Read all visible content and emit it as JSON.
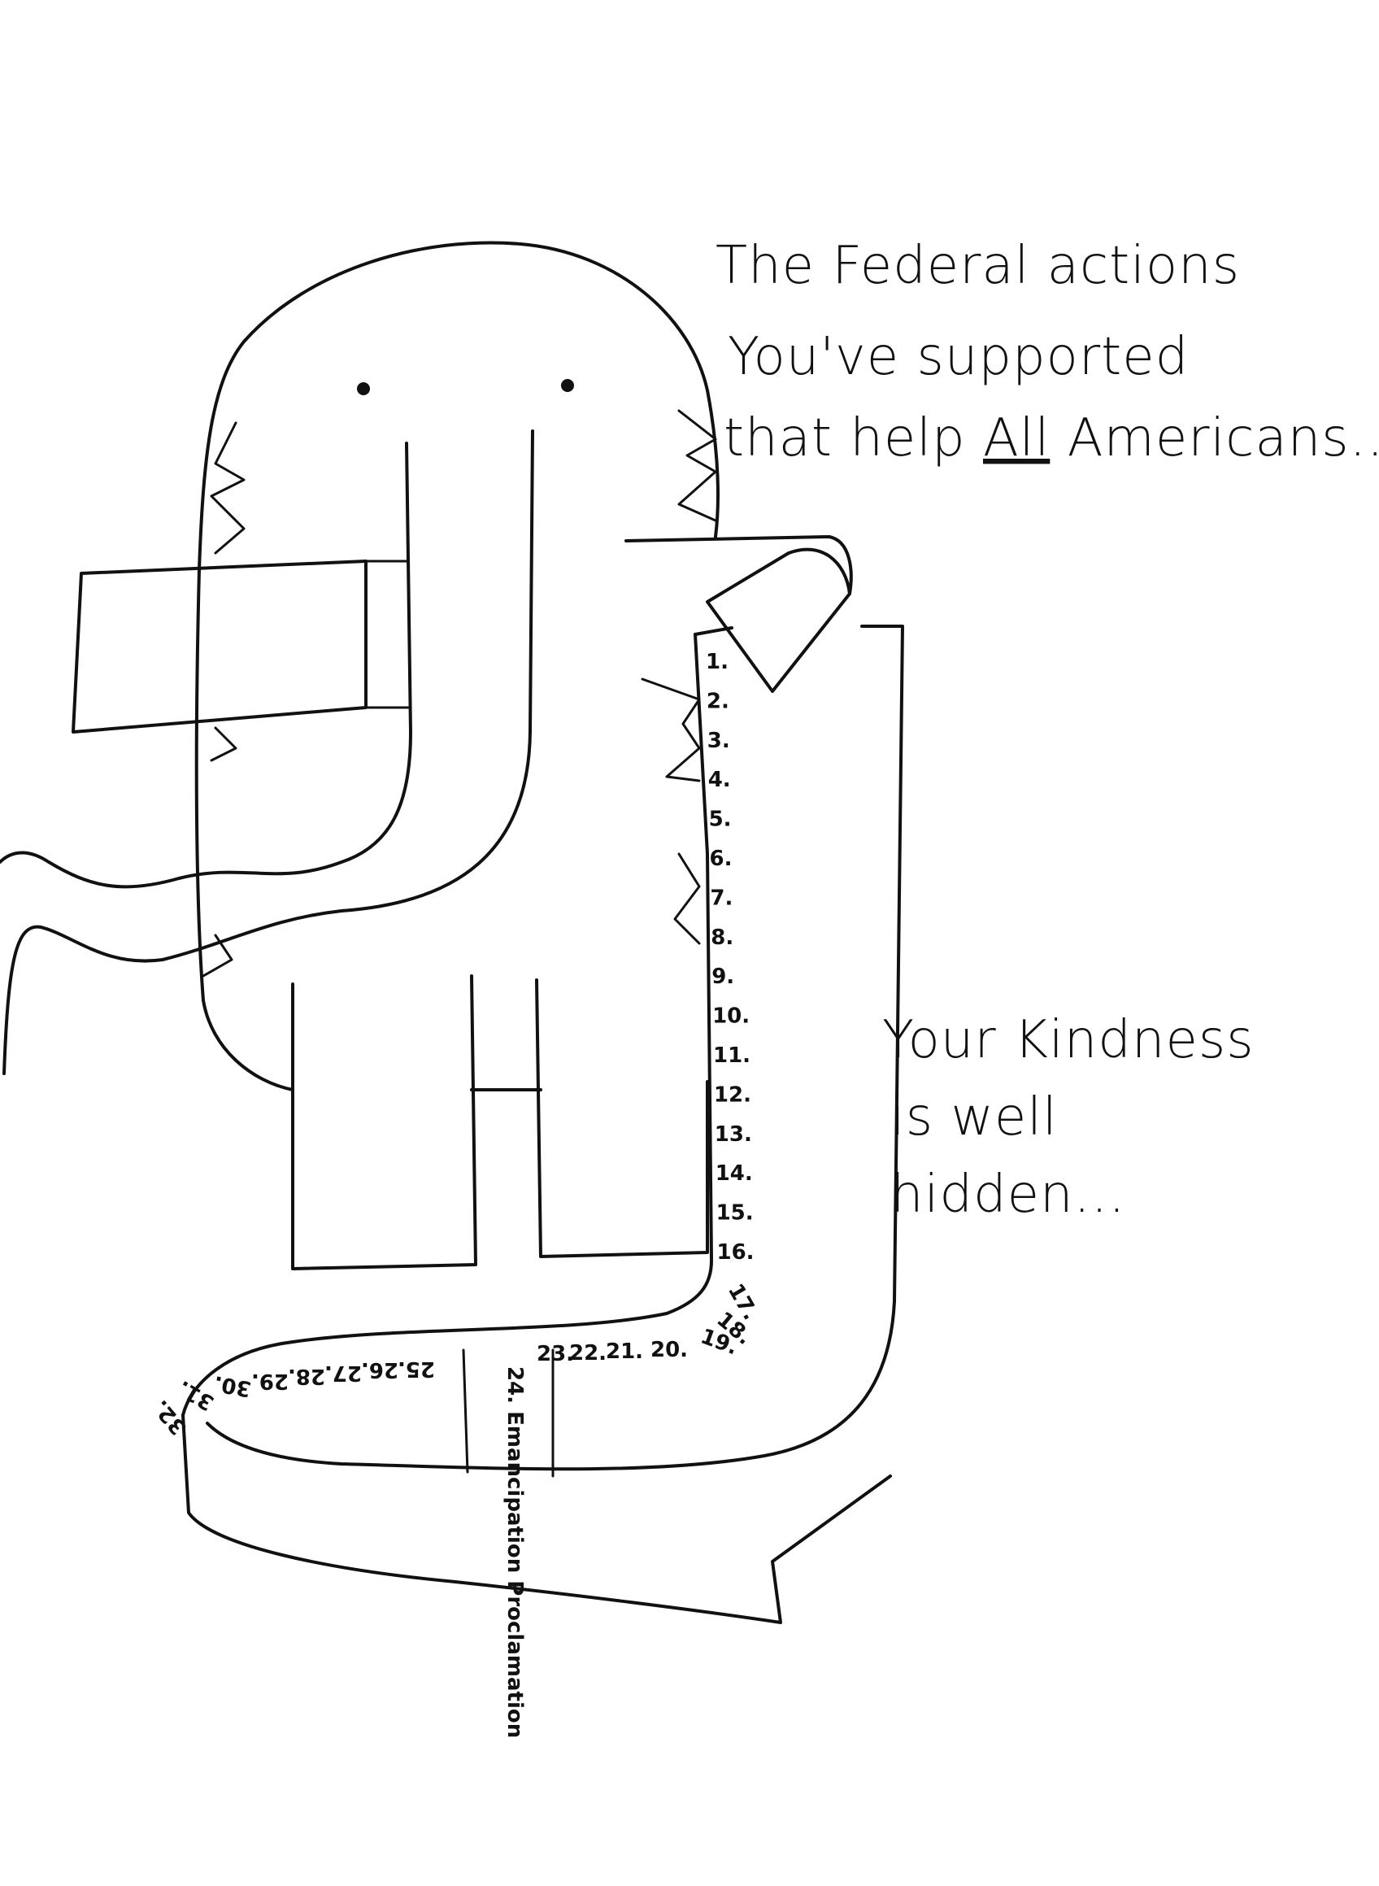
{
  "caption_top": {
    "line1": "The Federal actions",
    "line2": "You've supported",
    "line3_before": "that help ",
    "line3_emphasis": "All",
    "line3_after": " Americans..."
  },
  "caption_bottom": {
    "line1": "Your Kindness",
    "line2": "is well",
    "line3": "hidden..."
  },
  "scroll_list": {
    "vertical_items": [
      "1.",
      "2.",
      "3.",
      "4.",
      "5.",
      "6.",
      "7.",
      "8.",
      "9.",
      "10.",
      "11.",
      "12.",
      "13.",
      "14.",
      "15.",
      "16."
    ],
    "curve_items": [
      "17.",
      "18.",
      "19.",
      "20.",
      "21.",
      "22.",
      "23.",
      "24. Emancipation Proclamation",
      "25.",
      "26.",
      "27.",
      "28.",
      "29.",
      "30.",
      "31.",
      "32."
    ]
  }
}
